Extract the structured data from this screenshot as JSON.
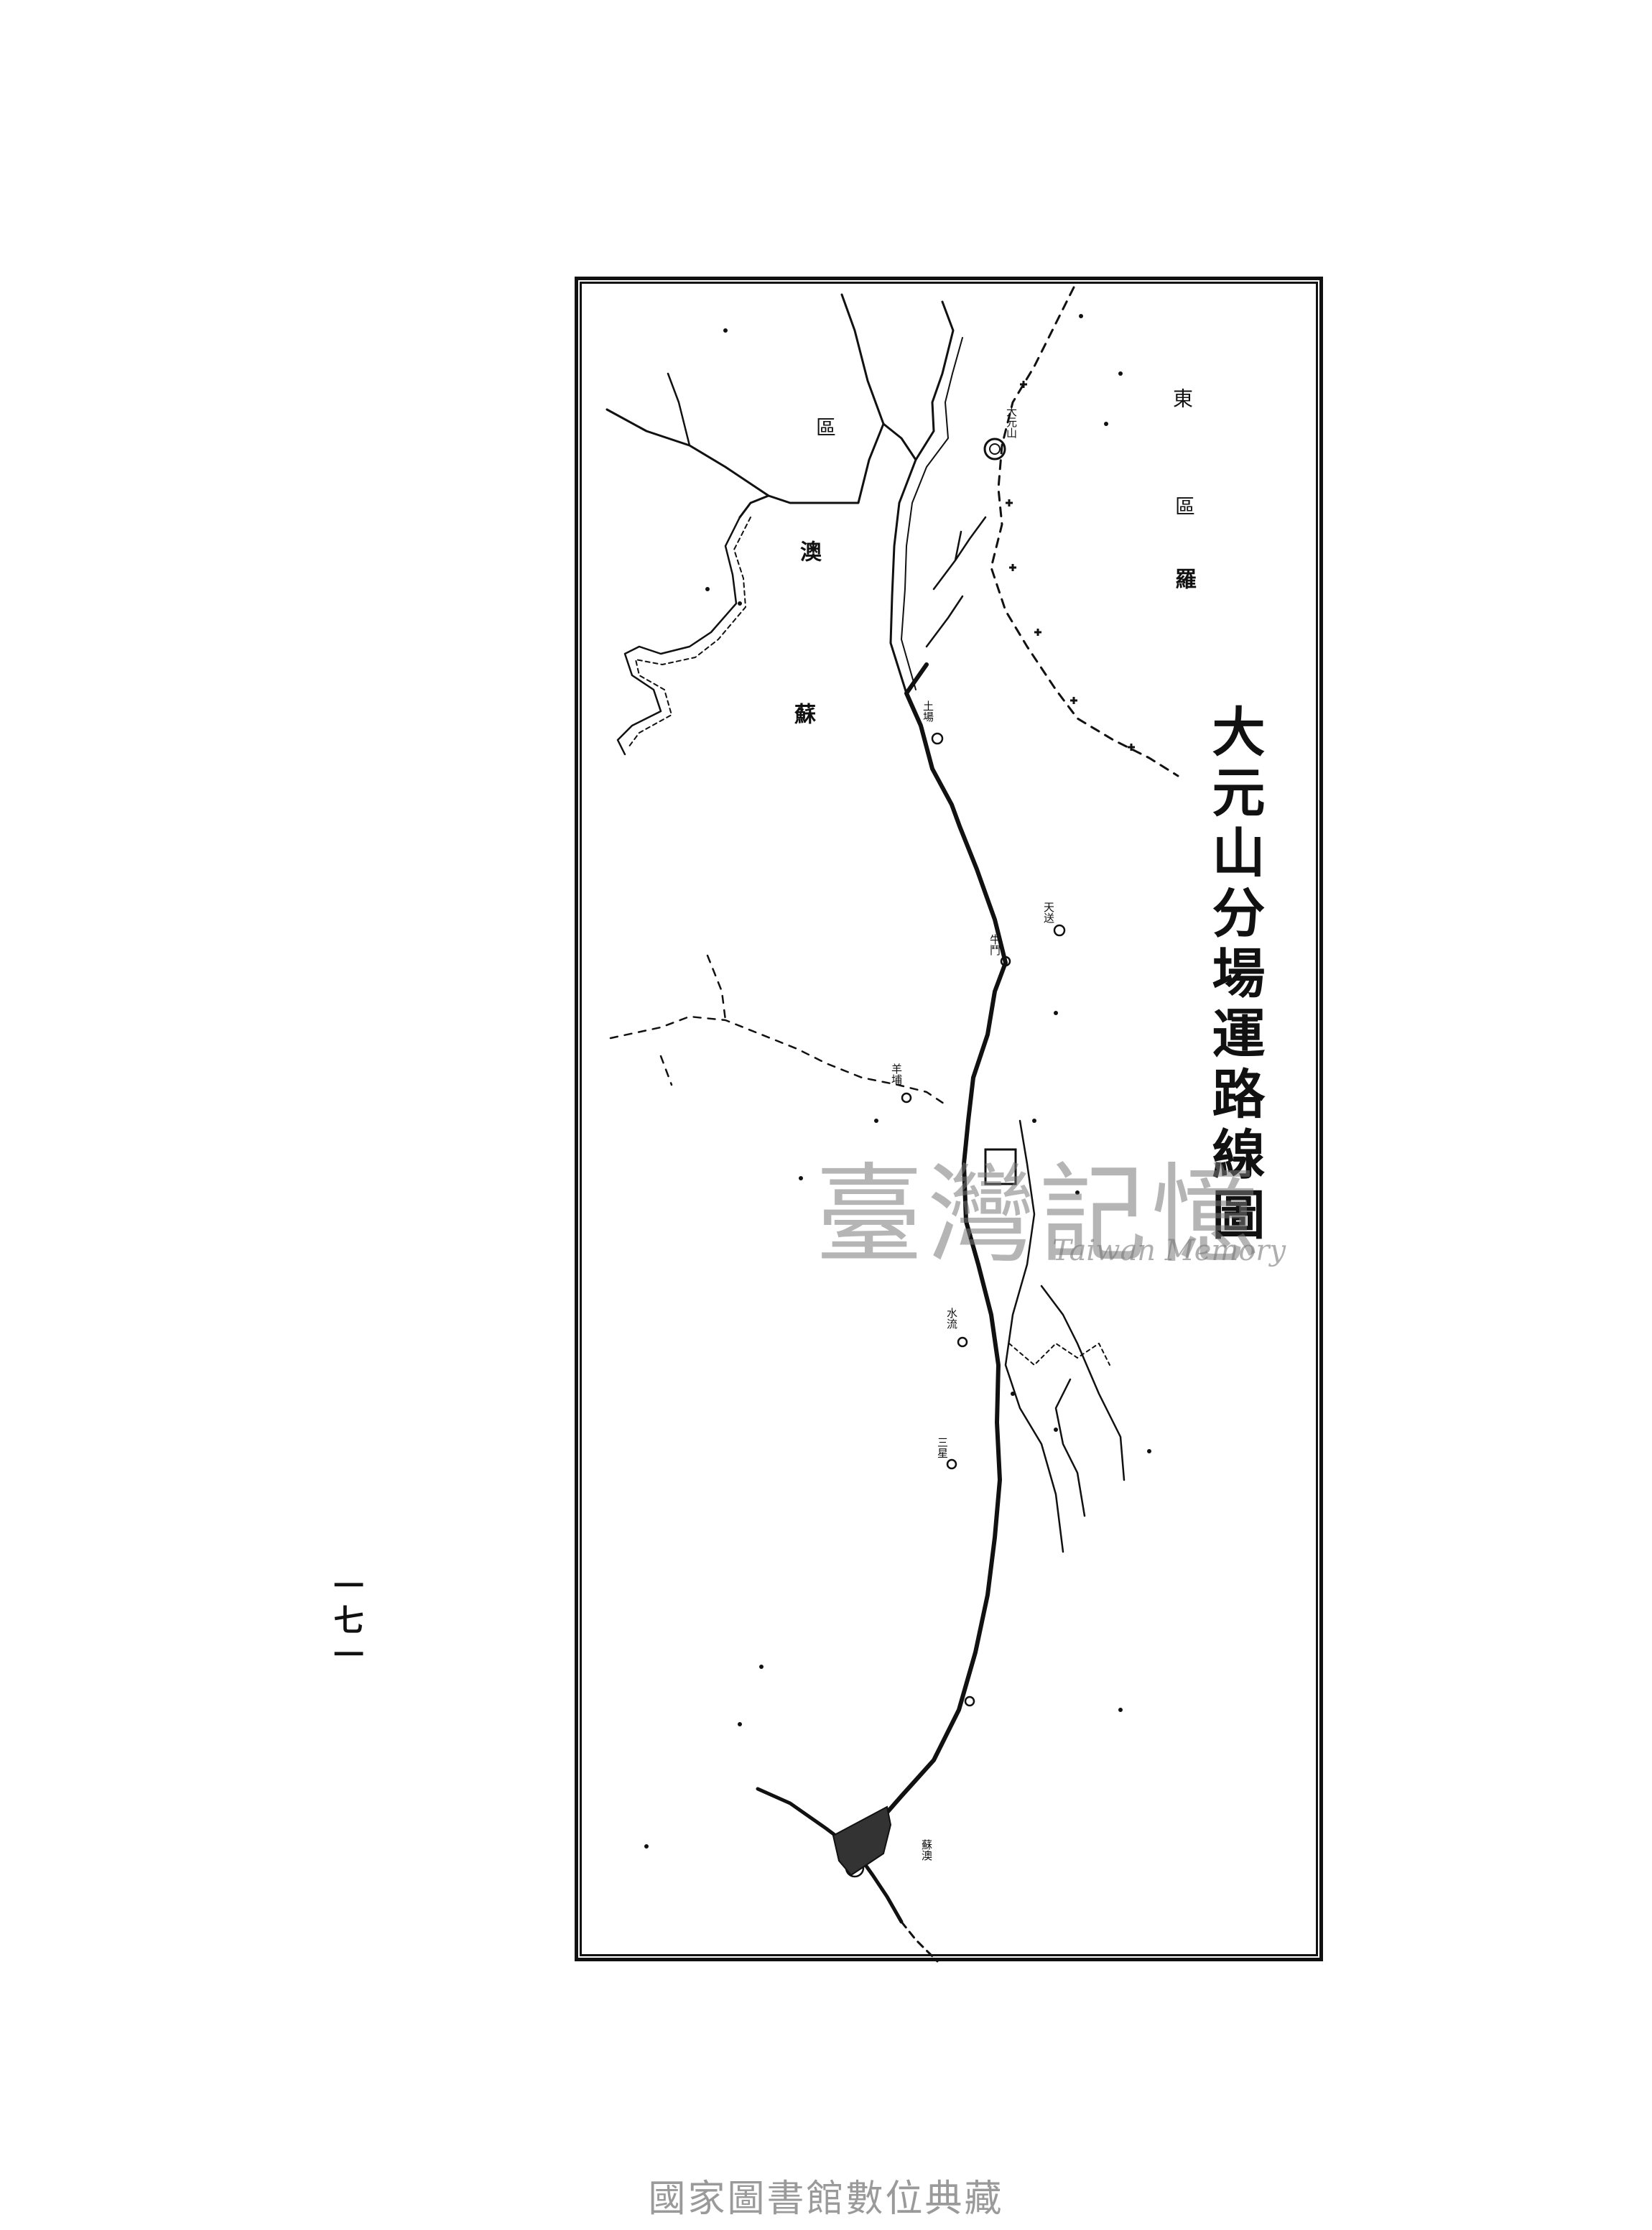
{
  "map": {
    "title": "大元山分場運路線圖",
    "regions": {
      "luo": "羅",
      "dong": "東",
      "ku": "區",
      "qu": "區",
      "ao": "澳",
      "xin": "蘇"
    },
    "places": {
      "sanxing": "三星",
      "niudou": "牛鬥",
      "tianshi": "天送",
      "dayuan": "大元山",
      "tuchang": "土場",
      "yangbuluo": "羊埔",
      "shuiliu": "水流",
      "suhuan": "蘇澳"
    },
    "colors": {
      "ink": "#111111",
      "watermark": "#8a8a8a",
      "footer": "#9a9a9a"
    }
  },
  "page": {
    "number": "一七一",
    "watermark_zh": "臺灣記憶",
    "watermark_en": "Taiwan Memory",
    "footer": "國家圖書館數位典藏"
  }
}
